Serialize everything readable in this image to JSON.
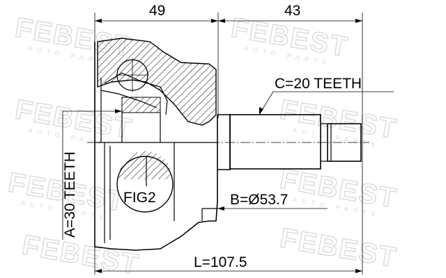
{
  "watermark": {
    "brand": "FEBEST",
    "sub": "AUTO PARTS"
  },
  "dimensions": {
    "top_left": "49",
    "top_right": "43",
    "overall_length": "L=107.5",
    "outer_spline": "C=20 TEETH",
    "inner_spline": "A=30 TEETH",
    "diameter": "B=Ø53.7",
    "figure_label": "FIG2"
  }
}
